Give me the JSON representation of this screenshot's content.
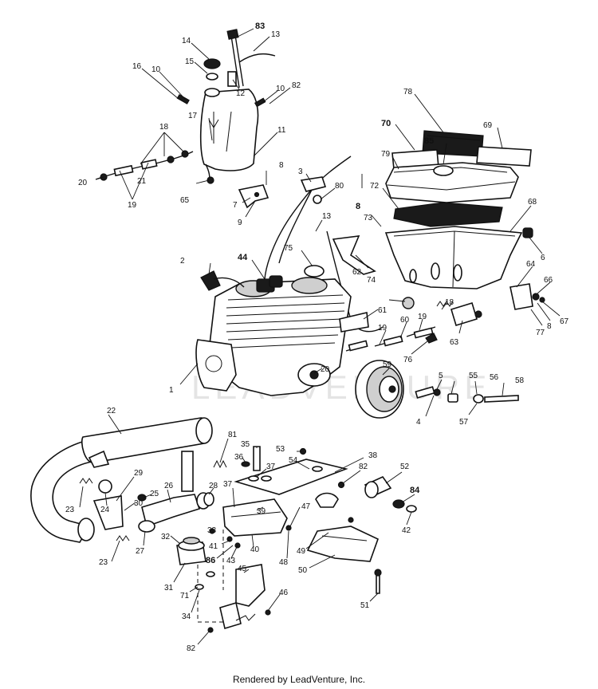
{
  "footer": "Rendered by LeadVenture, Inc.",
  "watermark": "LEADVENTURE",
  "callouts": [
    {
      "id": "l83",
      "text": "83",
      "bold": true
    },
    {
      "id": "l13a",
      "text": "13"
    },
    {
      "id": "l14",
      "text": "14"
    },
    {
      "id": "l15",
      "text": "15"
    },
    {
      "id": "l12",
      "text": "12"
    },
    {
      "id": "l16",
      "text": "16"
    },
    {
      "id": "l10a",
      "text": "10"
    },
    {
      "id": "l10b",
      "text": "10"
    },
    {
      "id": "l82a",
      "text": "82"
    },
    {
      "id": "l17",
      "text": "17"
    },
    {
      "id": "l11",
      "text": "11"
    },
    {
      "id": "l18a",
      "text": "18"
    },
    {
      "id": "l21",
      "text": "21"
    },
    {
      "id": "l19a",
      "text": "19"
    },
    {
      "id": "l20a",
      "text": "20"
    },
    {
      "id": "l65",
      "text": "65"
    },
    {
      "id": "l8a",
      "text": "8"
    },
    {
      "id": "l7",
      "text": "7"
    },
    {
      "id": "l9",
      "text": "9"
    },
    {
      "id": "l3",
      "text": "3"
    },
    {
      "id": "l80",
      "text": "80"
    },
    {
      "id": "l13b",
      "text": "13"
    },
    {
      "id": "l78",
      "text": "78"
    },
    {
      "id": "l70",
      "text": "70",
      "bold": true
    },
    {
      "id": "l85",
      "text": "85",
      "bold": true
    },
    {
      "id": "l69",
      "text": "69"
    },
    {
      "id": "l79",
      "text": "79"
    },
    {
      "id": "l72",
      "text": "72"
    },
    {
      "id": "l8b",
      "text": "8",
      "bold": true
    },
    {
      "id": "l73",
      "text": "73"
    },
    {
      "id": "l68",
      "text": "68"
    },
    {
      "id": "l6",
      "text": "6"
    },
    {
      "id": "l2",
      "text": "2"
    },
    {
      "id": "l44",
      "text": "44",
      "bold": true
    },
    {
      "id": "l75",
      "text": "75"
    },
    {
      "id": "l62",
      "text": "62"
    },
    {
      "id": "l74",
      "text": "74"
    },
    {
      "id": "l64",
      "text": "64"
    },
    {
      "id": "l66",
      "text": "66"
    },
    {
      "id": "l67",
      "text": "67"
    },
    {
      "id": "l77",
      "text": "77"
    },
    {
      "id": "l8c",
      "text": "8"
    },
    {
      "id": "l61",
      "text": "61"
    },
    {
      "id": "l18b",
      "text": "18"
    },
    {
      "id": "l60",
      "text": "60"
    },
    {
      "id": "l19b",
      "text": "19"
    },
    {
      "id": "l19c",
      "text": "19"
    },
    {
      "id": "l63",
      "text": "63"
    },
    {
      "id": "l76",
      "text": "76"
    },
    {
      "id": "l20b",
      "text": "20"
    },
    {
      "id": "l59",
      "text": "59"
    },
    {
      "id": "l1",
      "text": "1"
    },
    {
      "id": "l5",
      "text": "5"
    },
    {
      "id": "l55",
      "text": "55"
    },
    {
      "id": "l56",
      "text": "56"
    },
    {
      "id": "l58",
      "text": "58"
    },
    {
      "id": "l4",
      "text": "4"
    },
    {
      "id": "l57",
      "text": "57"
    },
    {
      "id": "l22",
      "text": "22"
    },
    {
      "id": "l81",
      "text": "81"
    },
    {
      "id": "l35",
      "text": "35"
    },
    {
      "id": "l53",
      "text": "53"
    },
    {
      "id": "l36",
      "text": "36"
    },
    {
      "id": "l37a",
      "text": "37"
    },
    {
      "id": "l54",
      "text": "54"
    },
    {
      "id": "l38",
      "text": "38"
    },
    {
      "id": "l82b",
      "text": "82"
    },
    {
      "id": "l52",
      "text": "52"
    },
    {
      "id": "l84",
      "text": "84",
      "bold": true
    },
    {
      "id": "l42",
      "text": "42"
    },
    {
      "id": "l29",
      "text": "29"
    },
    {
      "id": "l26",
      "text": "26"
    },
    {
      "id": "l28",
      "text": "28"
    },
    {
      "id": "l37b",
      "text": "37"
    },
    {
      "id": "l25",
      "text": "25"
    },
    {
      "id": "l23a",
      "text": "23"
    },
    {
      "id": "l24",
      "text": "24"
    },
    {
      "id": "l30",
      "text": "30"
    },
    {
      "id": "l39",
      "text": "39"
    },
    {
      "id": "l47",
      "text": "47"
    },
    {
      "id": "l33",
      "text": "33"
    },
    {
      "id": "l32",
      "text": "32"
    },
    {
      "id": "l41",
      "text": "41"
    },
    {
      "id": "l40",
      "text": "40"
    },
    {
      "id": "l27",
      "text": "27"
    },
    {
      "id": "l23b",
      "text": "23"
    },
    {
      "id": "l86",
      "text": "86",
      "bold": true
    },
    {
      "id": "l43",
      "text": "43"
    },
    {
      "id": "l48",
      "text": "48"
    },
    {
      "id": "l49",
      "text": "49"
    },
    {
      "id": "l50",
      "text": "50"
    },
    {
      "id": "l31",
      "text": "31"
    },
    {
      "id": "l45",
      "text": "45"
    },
    {
      "id": "l71",
      "text": "71"
    },
    {
      "id": "l34",
      "text": "34"
    },
    {
      "id": "l46",
      "text": "46"
    },
    {
      "id": "l51",
      "text": "51"
    },
    {
      "id": "l82c",
      "text": "82"
    }
  ]
}
